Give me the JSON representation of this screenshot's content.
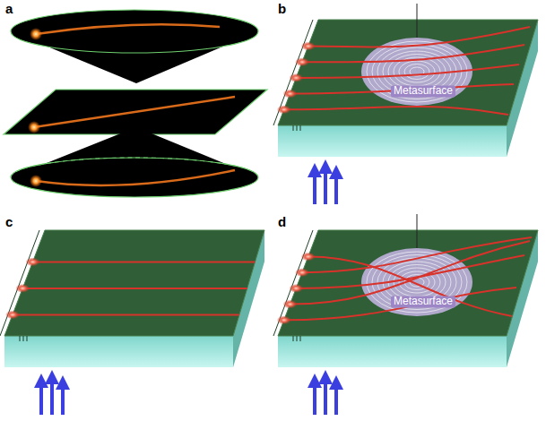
{
  "diagram": {
    "labels": [
      "a",
      "b",
      "Metasurface",
      "c",
      "d",
      "Metasurface"
    ]
  }
}
